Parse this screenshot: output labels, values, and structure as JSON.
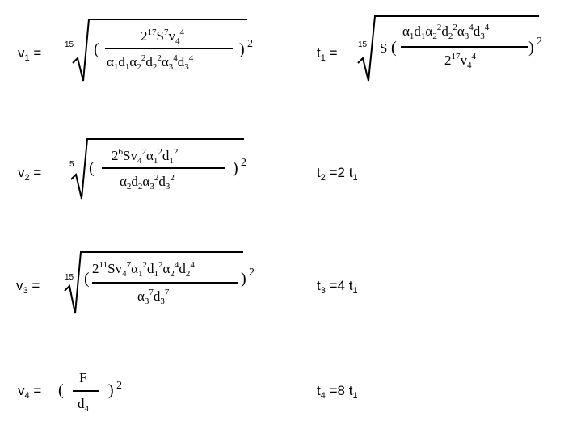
{
  "equations": [
    {
      "lhs_var": "v",
      "lhs_sub": "1",
      "root_index": "15",
      "exponent": "2"
    },
    {
      "lhs_var": "v",
      "lhs_sub": "2",
      "root_index": "5",
      "exponent": "2"
    },
    {
      "lhs_var": "v",
      "lhs_sub": "3",
      "root_index": "15",
      "exponent": "2"
    },
    {
      "lhs_var": "v",
      "lhs_sub": "4",
      "exponent": "2",
      "numerator": "F",
      "den_var": "d",
      "den_sub": "4"
    }
  ],
  "times": [
    {
      "var": "t",
      "sub": "1",
      "root_index": "15",
      "exponent": "2",
      "factor": "S"
    },
    {
      "var": "t",
      "sub": "2",
      "rhs": "=2 t",
      "rhs_sub": "1"
    },
    {
      "var": "t",
      "sub": "3",
      "rhs": "=4 t",
      "rhs_sub": "1"
    },
    {
      "var": "t",
      "sub": "4",
      "rhs": "=8 t",
      "rhs_sub": "1"
    }
  ],
  "symbols": {
    "equals": "=",
    "lparen": "(",
    "rparen": ")"
  }
}
